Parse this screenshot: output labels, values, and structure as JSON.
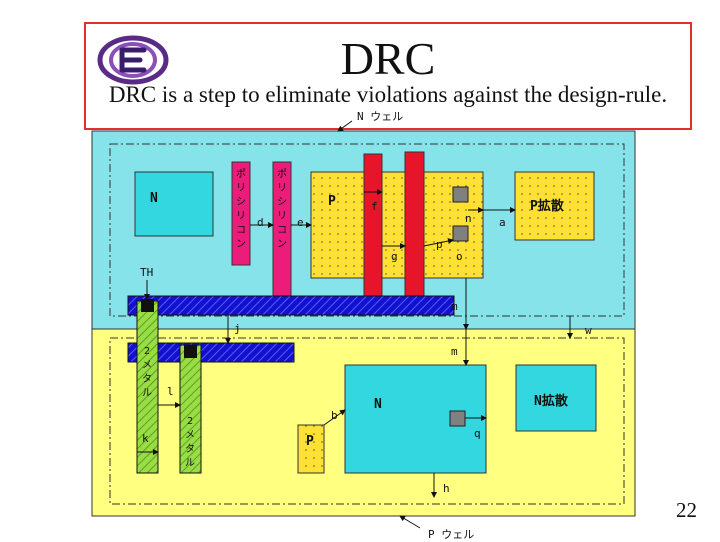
{
  "slide": {
    "title": "DRC",
    "subtitle": "DRC is a step to eliminate violations against the design-rule.",
    "page_number": "22"
  },
  "diagram": {
    "well_labels": {
      "n_well": "N ウェル",
      "p_well": "P ウェル"
    },
    "region_labels": {
      "n_upper": "N",
      "p_center": "P",
      "p_diffusion": "P拡散",
      "n_lower": "N",
      "p_lower": "P",
      "n_diffusion": "N拡散",
      "th": "TH"
    },
    "vertical_labels": {
      "poly1": "ポリシリコン",
      "poly2": "ポリシリコン",
      "metal1": "2メタル",
      "metal2": "2メタル"
    },
    "rule_letters": {
      "a": "a",
      "b": "b",
      "d": "d",
      "e": "e",
      "f": "f",
      "g": "g",
      "h": "h",
      "j": "j",
      "k": "k",
      "l": "l",
      "m1": "m",
      "m2": "m",
      "n": "n",
      "o": "o",
      "p": "p",
      "q": "q",
      "w": "w"
    },
    "colors": {
      "n_well": "#87e3ea",
      "p_well": "#ffff80",
      "n_diffusion": "#33d7e0",
      "p_diffusion": "#ffe033",
      "polysilicon_red": "#e8142a",
      "polysilicon_pink": "#ec1d7a",
      "metal1_blue": "#1212cc",
      "metal2_green": "#99dd44",
      "contact": "#808080"
    }
  }
}
